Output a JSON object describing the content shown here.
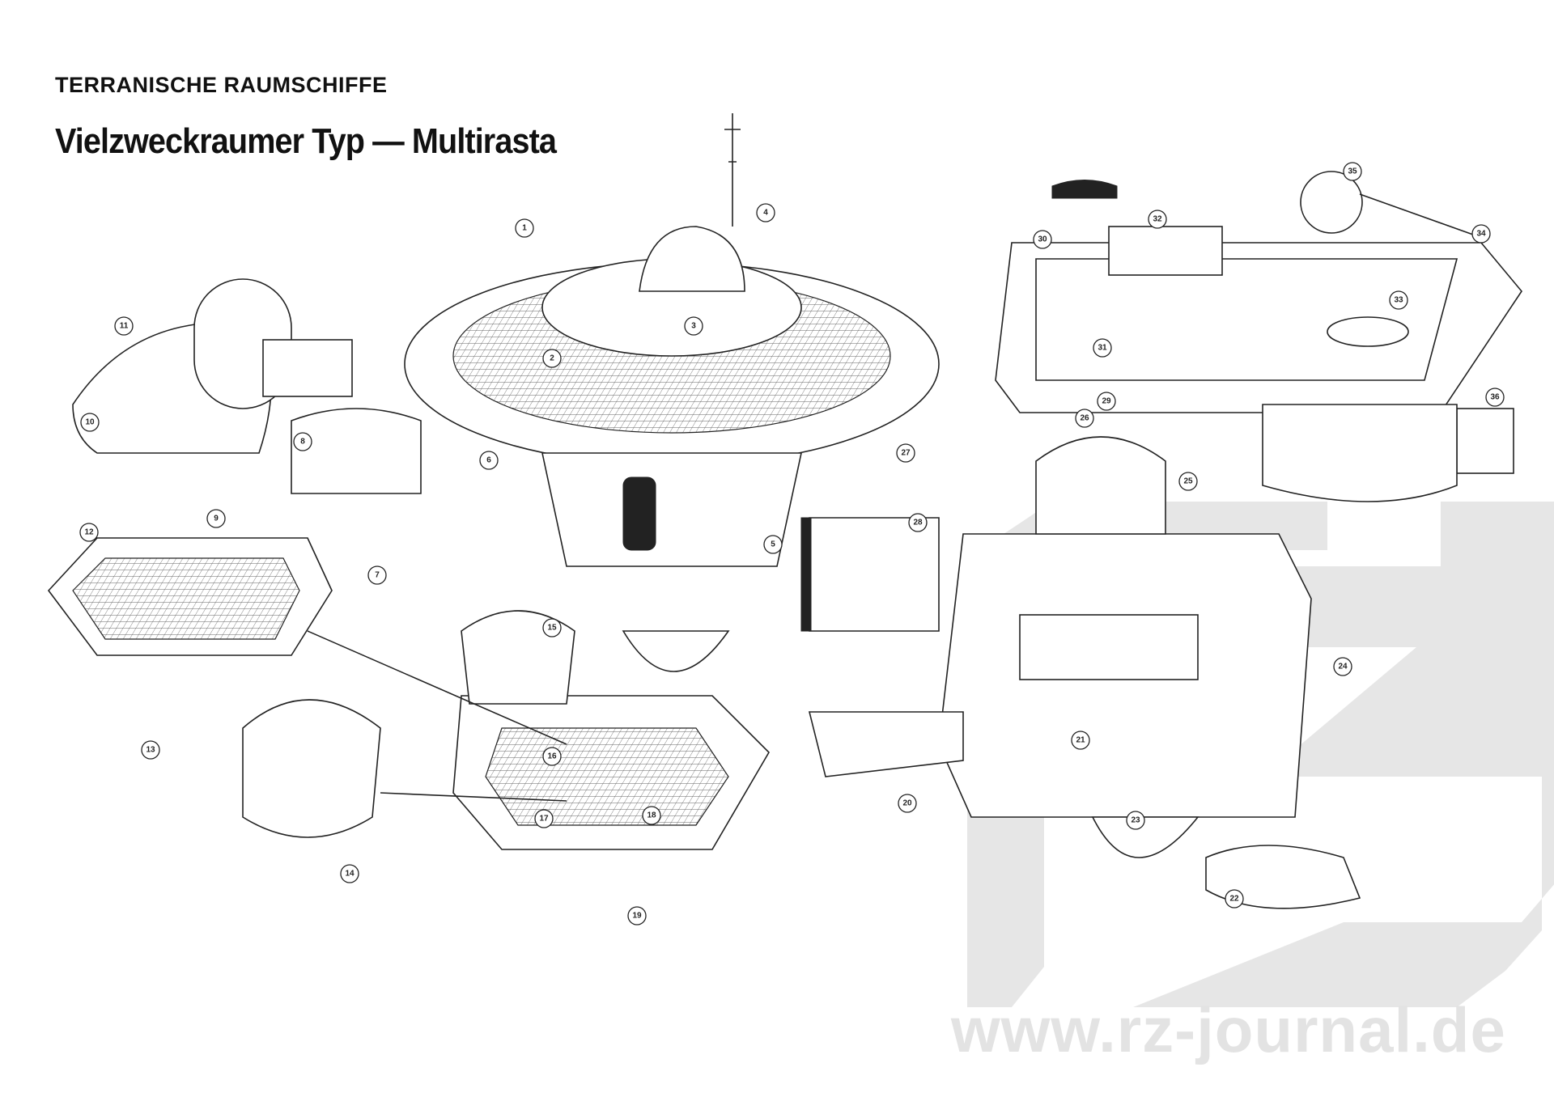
{
  "header": {
    "kicker": "TERRANISCHE RAUMSCHIFFE",
    "title": "Vielzweckraumer Typ — Multirasta"
  },
  "callouts": [
    "1",
    "2",
    "3",
    "4",
    "5",
    "6",
    "7",
    "8",
    "9",
    "10",
    "11",
    "12",
    "13",
    "14",
    "15",
    "16",
    "17",
    "18",
    "19",
    "20",
    "21",
    "22",
    "23",
    "24",
    "25",
    "26",
    "27",
    "28",
    "29",
    "30",
    "31",
    "32",
    "33",
    "34",
    "35",
    "36"
  ],
  "watermark": {
    "url": "www.rz-journal.de",
    "logo_text": "rz",
    "color": "#e3e3e3"
  }
}
